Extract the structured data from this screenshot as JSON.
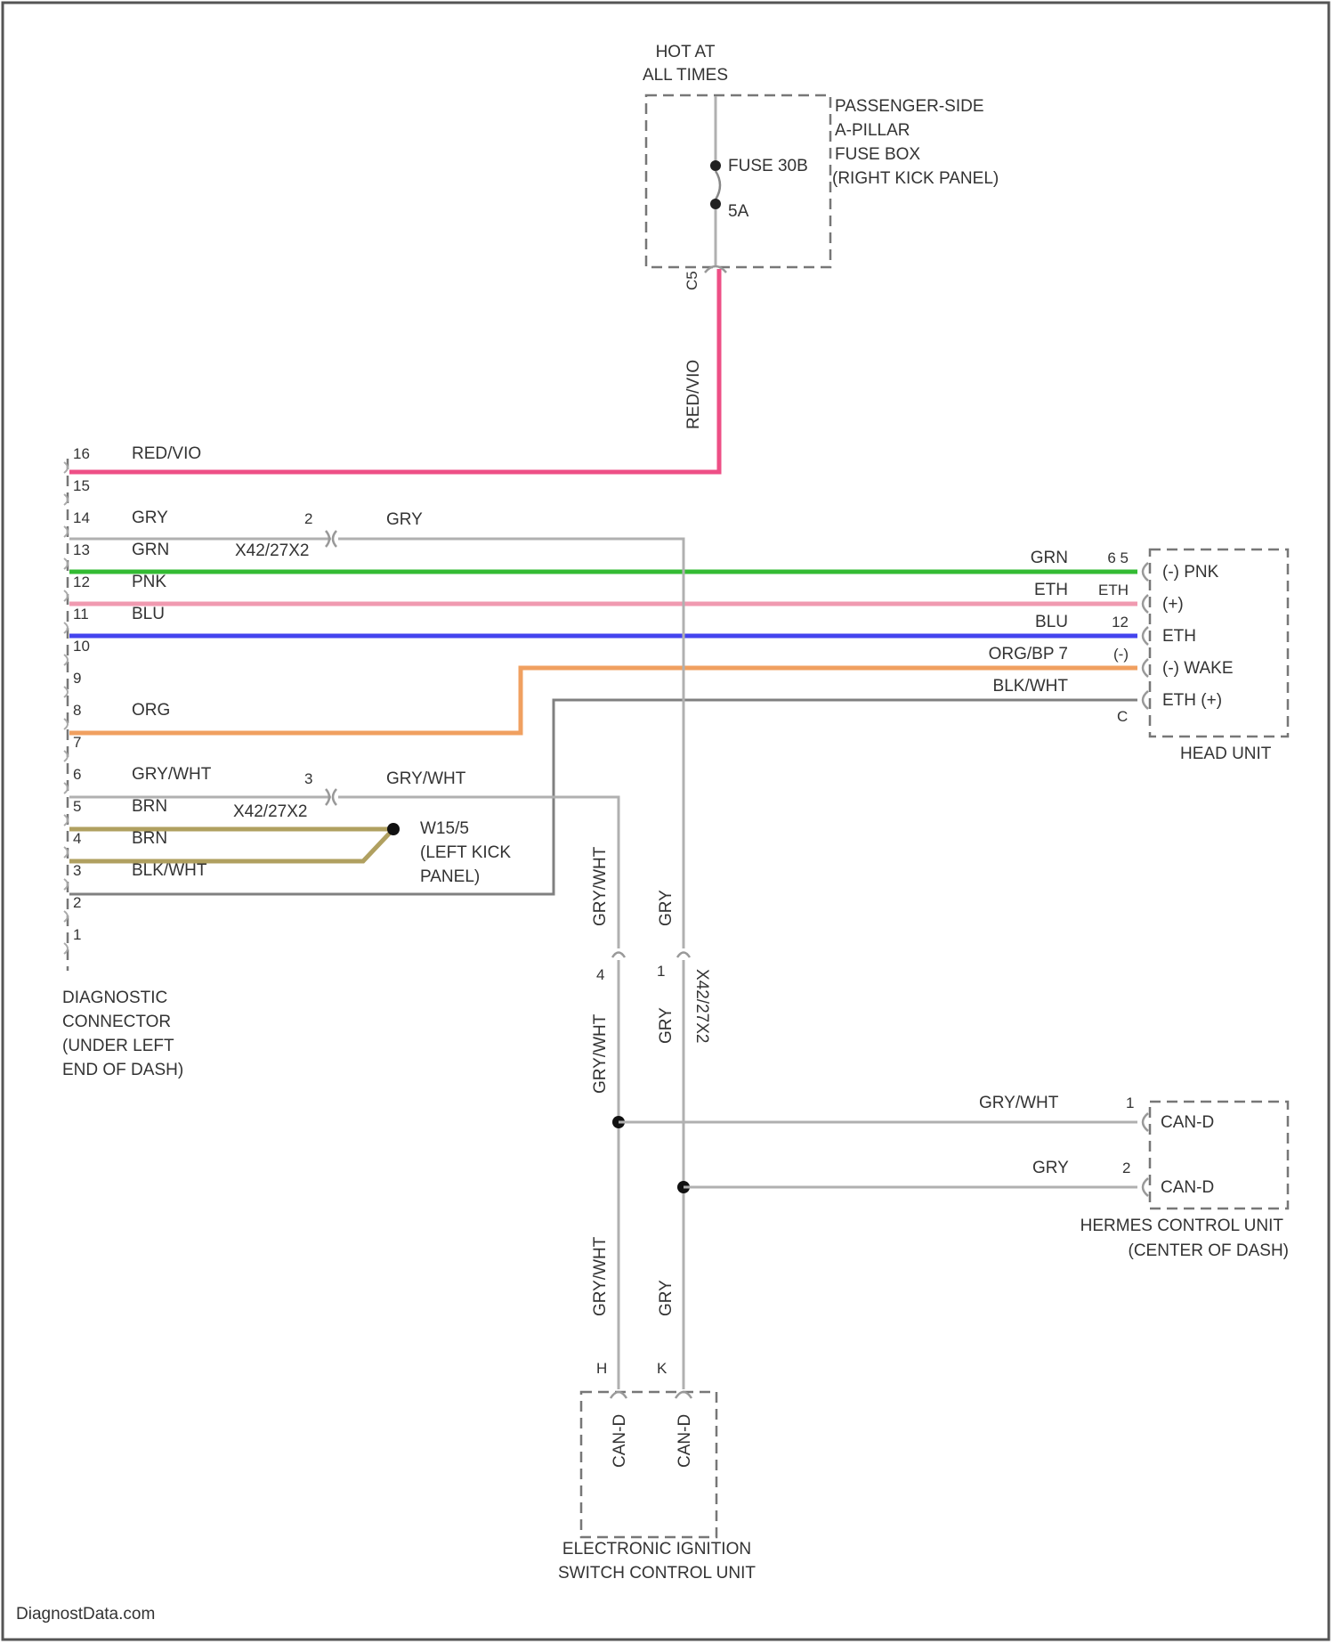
{
  "fuse_box": {
    "power_label_1": "HOT AT",
    "power_label_2": "ALL TIMES",
    "title_1": "PASSENGER-SIDE",
    "title_2": "A-PILLAR",
    "title_3": "FUSE BOX",
    "title_4": "(RIGHT KICK PANEL)",
    "fuse_label": "FUSE 30B",
    "fuse_rating": "5A",
    "pin": "C5",
    "wire_color": "RED/VIO"
  },
  "diagnostic_connector": {
    "title_1": "DIAGNOSTIC",
    "title_2": "CONNECTOR",
    "title_3": "(UNDER LEFT",
    "title_4": "END OF DASH)",
    "pins": [
      {
        "num": "16",
        "wire": "RED/VIO"
      },
      {
        "num": "15",
        "wire": ""
      },
      {
        "num": "14",
        "wire": "GRY"
      },
      {
        "num": "13",
        "wire": "GRN"
      },
      {
        "num": "12",
        "wire": "PNK"
      },
      {
        "num": "11",
        "wire": "BLU"
      },
      {
        "num": "10",
        "wire": ""
      },
      {
        "num": "9",
        "wire": ""
      },
      {
        "num": "8",
        "wire": "ORG"
      },
      {
        "num": "7",
        "wire": ""
      },
      {
        "num": "6",
        "wire": "GRY/WHT"
      },
      {
        "num": "5",
        "wire": "BRN"
      },
      {
        "num": "4",
        "wire": "BRN"
      },
      {
        "num": "3",
        "wire": "BLK/WHT"
      },
      {
        "num": "2",
        "wire": ""
      },
      {
        "num": "1",
        "wire": ""
      }
    ]
  },
  "inline_connectors": {
    "upper_pin": "2",
    "upper_wire": "GRY",
    "upper_id": "X42/27X2",
    "lower_pin": "3",
    "lower_wire": "GRY/WHT",
    "lower_id": "X42/27X2"
  },
  "ground": {
    "id_1": "W15/5",
    "id_2": "(LEFT KICK",
    "id_3": "PANEL)"
  },
  "head_unit": {
    "title": "HEAD UNIT",
    "wires": [
      {
        "color": "GRN",
        "pin": "6 5",
        "func": "(-) PNK"
      },
      {
        "color": "ETH",
        "pin": "ETH",
        "func": "(+)"
      },
      {
        "color": "BLU",
        "pin": "12",
        "func": "ETH"
      },
      {
        "color": "ORG/BP 7",
        "pin": "(-)",
        "func": "(-) WAKE"
      },
      {
        "color": "BLK/WHT",
        "pin": "",
        "func": "ETH (+)"
      }
    ],
    "pin_c": "C"
  },
  "vertical_labels": {
    "gry_wht_upper": "GRY/WHT",
    "gry_upper": "GRY",
    "gry_wht_mid": "GRY/WHT",
    "gry_mid": "GRY",
    "conn_mid": "X42/27X2",
    "gry_wht_lower": "GRY/WHT",
    "gry_lower": "GRY",
    "conn_pin_left": "4",
    "conn_pin_right": "1",
    "pin_left_bottom": "H",
    "pin_right_bottom": "K"
  },
  "hermes": {
    "title_1": "HERMES CONTROL UNIT",
    "title_2": "(CENTER OF DASH)",
    "wire_1": "GRY/WHT",
    "pin_1": "1",
    "func_1": "CAN-D",
    "wire_2": "GRY",
    "pin_2": "2",
    "func_2": "CAN-D"
  },
  "eis": {
    "title_1": "ELECTRONIC IGNITION",
    "title_2": "SWITCH CONTROL UNIT",
    "func_left": "CAN-D",
    "func_right": "CAN-D"
  },
  "footer": "DiagnostData.com",
  "colors": {
    "red_vio": "#ee4f86",
    "grn": "#33bb33",
    "pnk": "#f09ab0",
    "blu": "#4444ee",
    "org": "#f0a060",
    "brn": "#b0a060",
    "gry": "#b0b0b0",
    "blk_wht": "#808080"
  }
}
